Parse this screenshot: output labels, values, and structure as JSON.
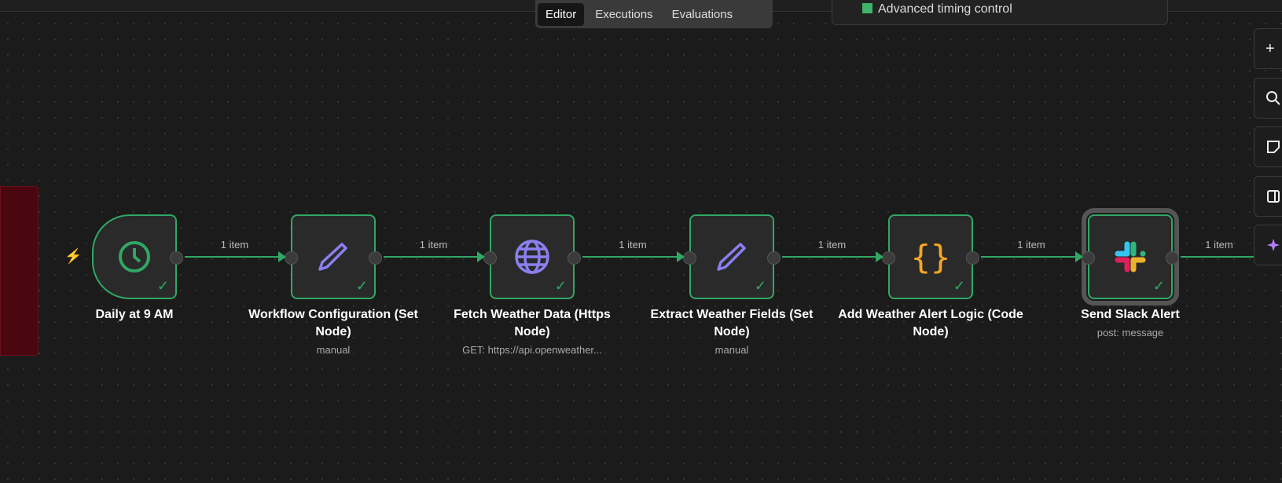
{
  "tabs": [
    "Editor",
    "Executions",
    "Evaluations"
  ],
  "active_tab": "Editor",
  "top_panel": {
    "option": "Advanced timing control",
    "checked": true
  },
  "nodes": [
    {
      "title": "Daily at 9 AM",
      "subtitle": "",
      "icon": "clock-icon",
      "color": "#31a764"
    },
    {
      "title": "Workflow Configuration (Set Node)",
      "subtitle": "manual",
      "icon": "pencil-icon",
      "color": "#8b7ff0"
    },
    {
      "title": "Fetch Weather Data (Https Node)",
      "subtitle": "GET: https://api.openweather...",
      "icon": "globe-icon",
      "color": "#8b7ff0"
    },
    {
      "title": "Extract Weather Fields (Set Node)",
      "subtitle": "manual",
      "icon": "pencil-icon",
      "color": "#8b7ff0"
    },
    {
      "title": "Add Weather Alert Logic (Code Node)",
      "subtitle": "",
      "icon": "code-braces-icon",
      "color": "#f5a623"
    },
    {
      "title": "Send Slack Alert",
      "subtitle": "post: message",
      "icon": "slack-icon",
      "color": ""
    }
  ],
  "edges": [
    "1 item",
    "1 item",
    "1 item",
    "1 item",
    "1 item",
    "1 item"
  ],
  "right_toolbar": [
    "plus-icon",
    "search-icon",
    "sticky-note-icon",
    "panel-icon",
    "sparkle-icon"
  ]
}
